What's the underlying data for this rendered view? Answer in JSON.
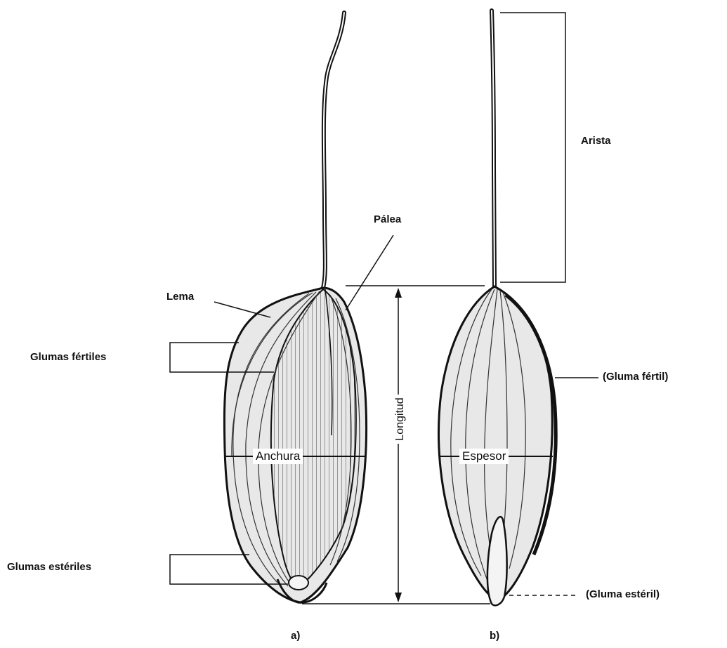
{
  "labels": {
    "arista": "Arista",
    "palea": "Pálea",
    "lema": "Lema",
    "glumas_fertiles": "Glumas fértiles",
    "gluma_fertil": "(Gluma fértil)",
    "anchura": "Anchura",
    "espesor": "Espesor",
    "longitud": "Longitud",
    "glumas_esteriles": "Glumas estériles",
    "gluma_esteril": "(Gluma estéril)",
    "view_a": "a)",
    "view_b": "b)"
  }
}
